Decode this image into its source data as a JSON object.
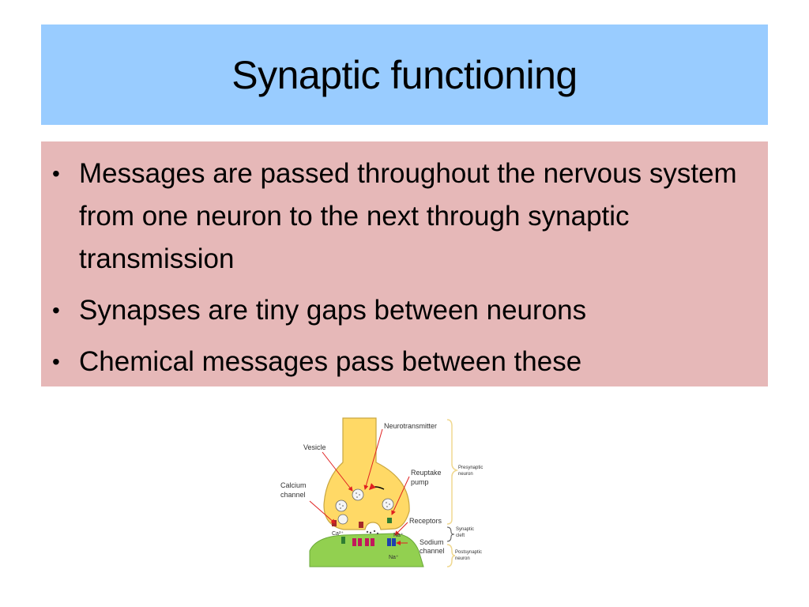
{
  "slide": {
    "title": "Synaptic functioning",
    "bullets": [
      "Messages are passed throughout the nervous system from one neuron to the next through synaptic transmission",
      "Synapses are tiny gaps between neurons",
      "Chemical messages pass between these"
    ]
  },
  "figure": {
    "labels": {
      "neurotransmitter": "Neurotransmitter",
      "vesicle": "Vesicle",
      "calcium_1": "Calcium",
      "calcium_2": "channel",
      "reuptake_1": "Reuptake",
      "reuptake_2": "pump",
      "receptors": "Receptors",
      "sodium_1": "Sodium",
      "sodium_2": "channel",
      "presynaptic_1": "Presynaptic",
      "presynaptic_2": "neuron",
      "cleft_1": "Synaptic",
      "cleft_2": "cleft",
      "postsynaptic_1": "Postsynaptic",
      "postsynaptic_2": "neuron",
      "ca": "Ca²⁺",
      "na_1": "Na⁺",
      "na_2": "Na⁺"
    }
  },
  "colors": {
    "title_bg": "#99ccff",
    "content_bg": "#e6b8b8",
    "presynaptic_fill": "#ffd966",
    "postsynaptic_fill": "#92d050",
    "arrow_red": "#e02020",
    "brace_yellow": "#f0d890"
  }
}
